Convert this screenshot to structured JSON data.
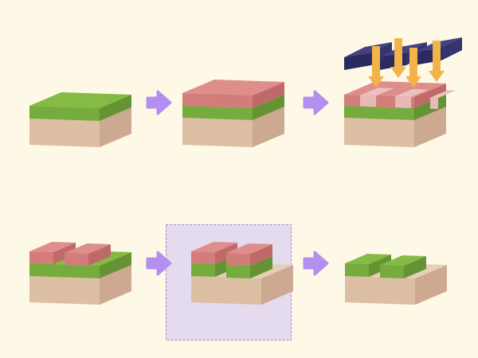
{
  "diagram": {
    "colors": {
      "background": "#fef8e7",
      "substrate_top": "#f0d8c0",
      "substrate_front": "#e6c7ab",
      "substrate_side": "#d6b197",
      "film_top": "#8bc34a",
      "film_front": "#7cb342",
      "film_side": "#6b9a37",
      "resist_top": "#e89492",
      "resist_front": "#db8381",
      "resist_side": "#c76f6d",
      "exposed_top": "#f6c9c8",
      "mask_top": "#46468a",
      "mask_front": "#2e2e66",
      "mask_side": "#393975",
      "light_arrow": "#f2b448",
      "process_arrow": "#b48ef0",
      "highlight_fill": "#e5dbef",
      "highlight_stroke": "#9a86c7"
    },
    "steps": [
      {
        "id": "substrate-with-film",
        "layers": [
          "substrate",
          "thin-film"
        ]
      },
      {
        "id": "resist-coating",
        "layers": [
          "substrate",
          "thin-film",
          "photoresist"
        ]
      },
      {
        "id": "mask-exposure",
        "layers": [
          "substrate",
          "thin-film",
          "photoresist",
          "photomask",
          "uv-light"
        ]
      },
      {
        "id": "resist-development",
        "layers": [
          "substrate",
          "thin-film",
          "patterned-photoresist"
        ]
      },
      {
        "id": "film-etching",
        "layers": [
          "substrate",
          "patterned-film",
          "patterned-photoresist"
        ],
        "highlighted": true
      },
      {
        "id": "resist-stripping",
        "layers": [
          "substrate",
          "patterned-film"
        ]
      }
    ],
    "arrow_icon": "right-arrow-icon",
    "light_icon": "down-arrow-icon"
  }
}
